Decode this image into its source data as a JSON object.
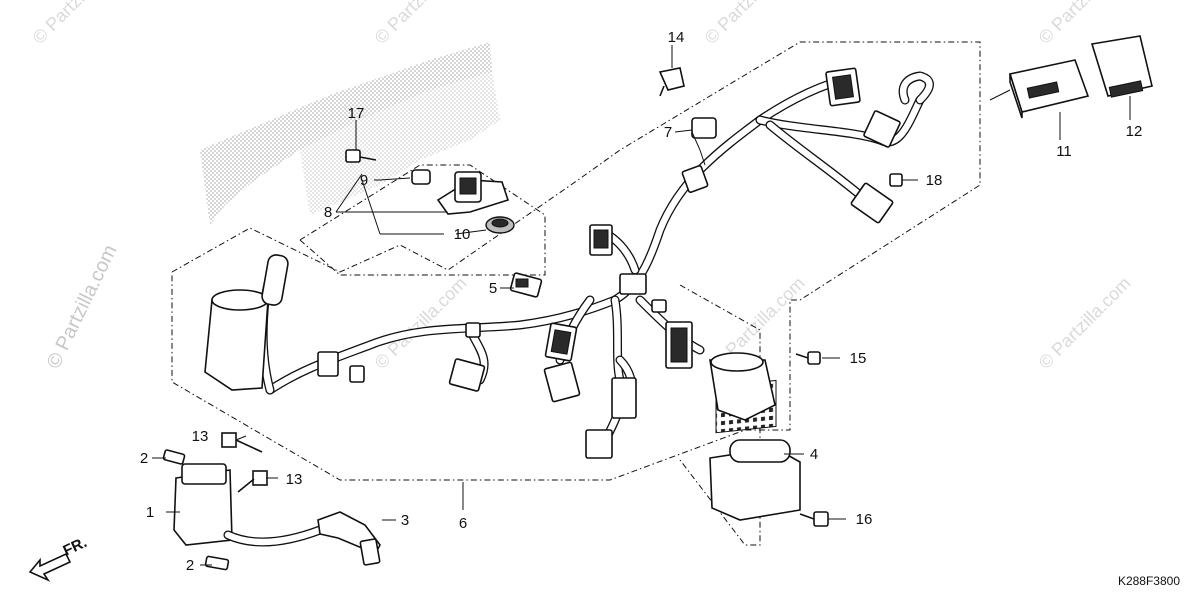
{
  "watermarks": {
    "vertical": "© Partzilla.com",
    "diagonal": "© Partzilla.com",
    "small": "© Partzilla.com"
  },
  "callouts": {
    "c1": "1",
    "c2a": "2",
    "c2b": "2",
    "c3": "3",
    "c4": "4",
    "c5": "5",
    "c6": "6",
    "c7": "7",
    "c8": "8",
    "c9": "9",
    "c10": "10",
    "c11": "11",
    "c12": "12",
    "c13a": "13",
    "c13b": "13",
    "c14": "14",
    "c15": "15",
    "c16": "16",
    "c17": "17",
    "c18": "18"
  },
  "direction_label": "FR.",
  "diagram_code": "K288F3800"
}
